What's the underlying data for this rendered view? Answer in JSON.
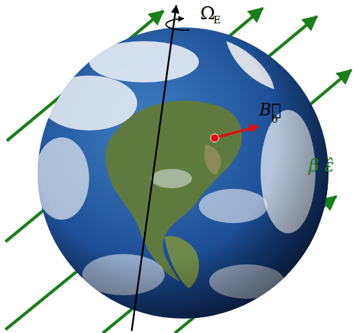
{
  "diagram": {
    "labels": [
      "Ω",
      "E",
      "β ε̂",
      "B⃗",
      "0"
    ]
  }
}
